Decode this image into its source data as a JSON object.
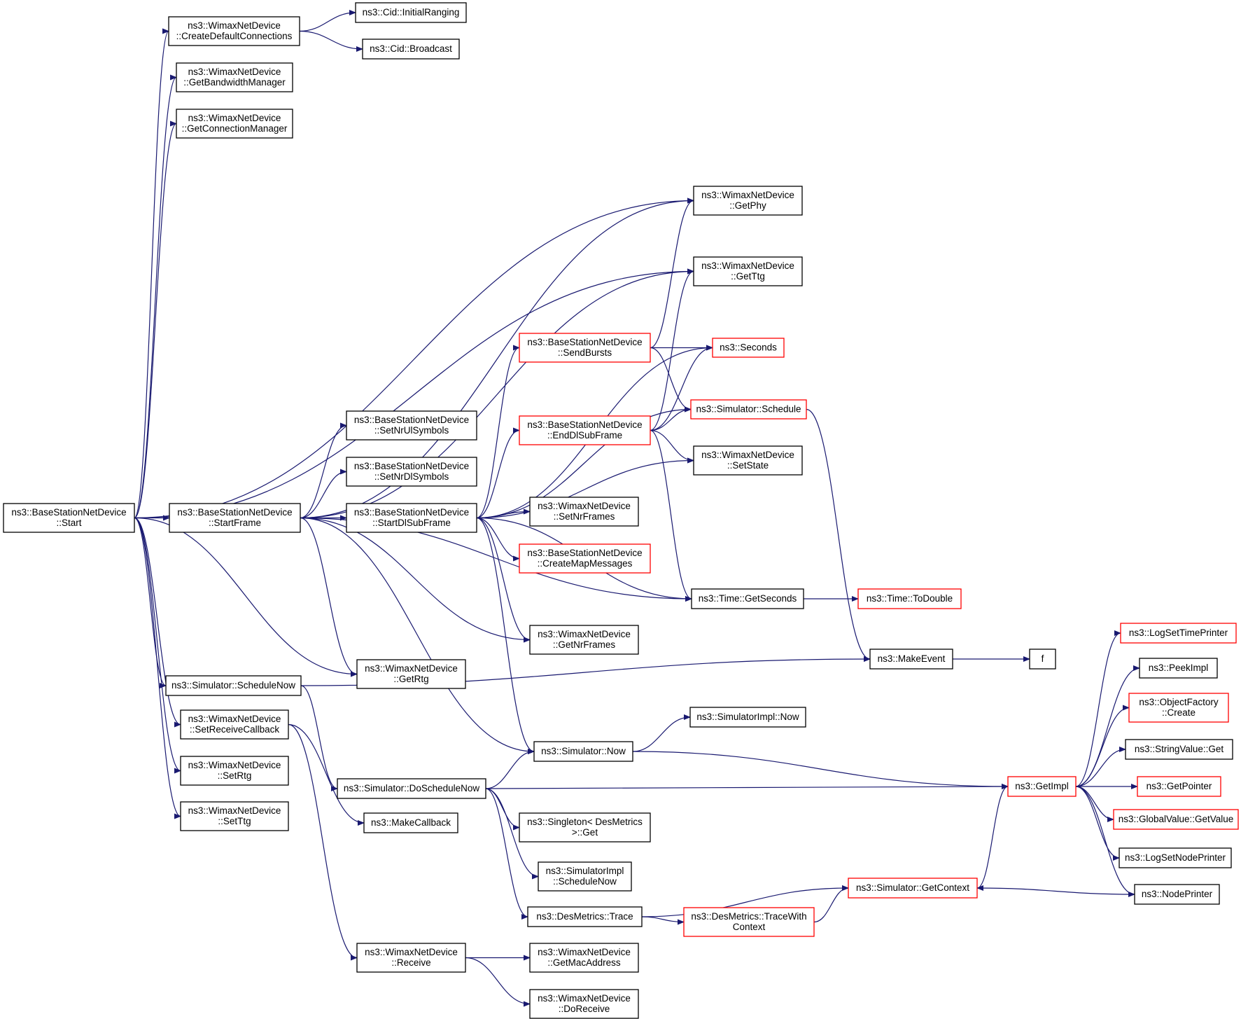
{
  "graph": {
    "nodes": [
      {
        "id": "start",
        "lines": [
          "ns3::BaseStationNetDevice",
          "::Start"
        ],
        "status": "current"
      },
      {
        "id": "create_default_connections",
        "lines": [
          "ns3::WimaxNetDevice",
          "::CreateDefaultConnections"
        ],
        "status": "normal"
      },
      {
        "id": "cid_initial_ranging",
        "lines": [
          "ns3::Cid::InitialRanging"
        ],
        "status": "normal"
      },
      {
        "id": "cid_broadcast",
        "lines": [
          "ns3::Cid::Broadcast"
        ],
        "status": "normal"
      },
      {
        "id": "get_bandwidth_manager",
        "lines": [
          "ns3::WimaxNetDevice",
          "::GetBandwidthManager"
        ],
        "status": "normal"
      },
      {
        "id": "get_connection_manager",
        "lines": [
          "ns3::WimaxNetDevice",
          "::GetConnectionManager"
        ],
        "status": "normal"
      },
      {
        "id": "get_phy",
        "lines": [
          "ns3::WimaxNetDevice",
          "::GetPhy"
        ],
        "status": "normal"
      },
      {
        "id": "get_ttg",
        "lines": [
          "ns3::WimaxNetDevice",
          "::GetTtg"
        ],
        "status": "normal"
      },
      {
        "id": "send_bursts",
        "lines": [
          "ns3::BaseStationNetDevice",
          "::SendBursts"
        ],
        "status": "truncated"
      },
      {
        "id": "seconds",
        "lines": [
          "ns3::Seconds"
        ],
        "status": "truncated"
      },
      {
        "id": "end_dl_subframe",
        "lines": [
          "ns3::BaseStationNetDevice",
          "::EndDlSubFrame"
        ],
        "status": "truncated"
      },
      {
        "id": "simulator_schedule",
        "lines": [
          "ns3::Simulator::Schedule"
        ],
        "status": "truncated"
      },
      {
        "id": "set_nr_ul_symbols",
        "lines": [
          "ns3::BaseStationNetDevice",
          "::SetNrUlSymbols"
        ],
        "status": "normal"
      },
      {
        "id": "set_nr_dl_symbols",
        "lines": [
          "ns3::BaseStationNetDevice",
          "::SetNrDlSymbols"
        ],
        "status": "normal"
      },
      {
        "id": "set_state",
        "lines": [
          "ns3::WimaxNetDevice",
          "::SetState"
        ],
        "status": "normal"
      },
      {
        "id": "start_frame",
        "lines": [
          "ns3::BaseStationNetDevice",
          "::StartFrame"
        ],
        "status": "normal"
      },
      {
        "id": "start_dl_subframe",
        "lines": [
          "ns3::BaseStationNetDevice",
          "::StartDlSubFrame"
        ],
        "status": "normal"
      },
      {
        "id": "set_nr_frames",
        "lines": [
          "ns3::WimaxNetDevice",
          "::SetNrFrames"
        ],
        "status": "normal"
      },
      {
        "id": "create_map_messages",
        "lines": [
          "ns3::BaseStationNetDevice",
          "::CreateMapMessages"
        ],
        "status": "truncated"
      },
      {
        "id": "time_get_seconds",
        "lines": [
          "ns3::Time::GetSeconds"
        ],
        "status": "normal"
      },
      {
        "id": "time_to_double",
        "lines": [
          "ns3::Time::ToDouble"
        ],
        "status": "truncated"
      },
      {
        "id": "get_nr_frames",
        "lines": [
          "ns3::WimaxNetDevice",
          "::GetNrFrames"
        ],
        "status": "normal"
      },
      {
        "id": "log_set_time_printer",
        "lines": [
          "ns3::LogSetTimePrinter"
        ],
        "status": "truncated"
      },
      {
        "id": "make_event",
        "lines": [
          "ns3::MakeEvent"
        ],
        "status": "normal"
      },
      {
        "id": "f",
        "lines": [
          "f"
        ],
        "status": "normal"
      },
      {
        "id": "get_rtg",
        "lines": [
          "ns3::WimaxNetDevice",
          "::GetRtg"
        ],
        "status": "normal"
      },
      {
        "id": "schedule_now",
        "lines": [
          "ns3::Simulator::ScheduleNow"
        ],
        "status": "normal"
      },
      {
        "id": "peek_impl",
        "lines": [
          "ns3::PeekImpl"
        ],
        "status": "normal"
      },
      {
        "id": "object_factory_create",
        "lines": [
          "ns3::ObjectFactory",
          "::Create"
        ],
        "status": "truncated"
      },
      {
        "id": "simulator_impl_now",
        "lines": [
          "ns3::SimulatorImpl::Now"
        ],
        "status": "normal"
      },
      {
        "id": "set_receive_callback",
        "lines": [
          "ns3::WimaxNetDevice",
          "::SetReceiveCallback"
        ],
        "status": "normal"
      },
      {
        "id": "simulator_now",
        "lines": [
          "ns3::Simulator::Now"
        ],
        "status": "normal"
      },
      {
        "id": "string_value_get",
        "lines": [
          "ns3::StringValue::Get"
        ],
        "status": "normal"
      },
      {
        "id": "set_rtg",
        "lines": [
          "ns3::WimaxNetDevice",
          "::SetRtg"
        ],
        "status": "normal"
      },
      {
        "id": "do_schedule_now",
        "lines": [
          "ns3::Simulator::DoScheduleNow"
        ],
        "status": "normal"
      },
      {
        "id": "get_impl",
        "lines": [
          "ns3::GetImpl"
        ],
        "status": "truncated"
      },
      {
        "id": "get_pointer",
        "lines": [
          "ns3::GetPointer"
        ],
        "status": "truncated"
      },
      {
        "id": "set_ttg",
        "lines": [
          "ns3::WimaxNetDevice",
          "::SetTtg"
        ],
        "status": "normal"
      },
      {
        "id": "make_callback",
        "lines": [
          "ns3::MakeCallback"
        ],
        "status": "normal"
      },
      {
        "id": "singleton_get",
        "lines": [
          "ns3::Singleton< DesMetrics",
          " >::Get"
        ],
        "status": "normal"
      },
      {
        "id": "global_value_get_value",
        "lines": [
          "ns3::GlobalValue::GetValue"
        ],
        "status": "truncated"
      },
      {
        "id": "simulator_impl_schedule_now",
        "lines": [
          "ns3::SimulatorImpl",
          "::ScheduleNow"
        ],
        "status": "normal"
      },
      {
        "id": "log_set_node_printer",
        "lines": [
          "ns3::LogSetNodePrinter"
        ],
        "status": "normal"
      },
      {
        "id": "get_context",
        "lines": [
          "ns3::Simulator::GetContext"
        ],
        "status": "truncated"
      },
      {
        "id": "node_printer",
        "lines": [
          "ns3::NodePrinter"
        ],
        "status": "normal"
      },
      {
        "id": "des_metrics_trace",
        "lines": [
          "ns3::DesMetrics::Trace"
        ],
        "status": "normal"
      },
      {
        "id": "trace_with_context",
        "lines": [
          "ns3::DesMetrics::TraceWith",
          "Context"
        ],
        "status": "truncated"
      },
      {
        "id": "receive",
        "lines": [
          "ns3::WimaxNetDevice",
          "::Receive"
        ],
        "status": "normal"
      },
      {
        "id": "get_mac_address",
        "lines": [
          "ns3::WimaxNetDevice",
          "::GetMacAddress"
        ],
        "status": "normal"
      },
      {
        "id": "do_receive",
        "lines": [
          "ns3::WimaxNetDevice",
          "::DoReceive"
        ],
        "status": "normal"
      }
    ],
    "edges": [
      [
        "start",
        "create_default_connections"
      ],
      [
        "start",
        "get_bandwidth_manager"
      ],
      [
        "start",
        "get_connection_manager"
      ],
      [
        "start",
        "get_phy"
      ],
      [
        "start",
        "get_ttg"
      ],
      [
        "start",
        "start_frame"
      ],
      [
        "start",
        "get_rtg"
      ],
      [
        "start",
        "schedule_now"
      ],
      [
        "start",
        "set_receive_callback"
      ],
      [
        "start",
        "set_rtg"
      ],
      [
        "start",
        "set_ttg"
      ],
      [
        "create_default_connections",
        "cid_initial_ranging"
      ],
      [
        "create_default_connections",
        "cid_broadcast"
      ],
      [
        "start_frame",
        "get_phy"
      ],
      [
        "start_frame",
        "get_ttg"
      ],
      [
        "start_frame",
        "set_nr_ul_symbols"
      ],
      [
        "start_frame",
        "set_nr_dl_symbols"
      ],
      [
        "start_frame",
        "start_dl_subframe"
      ],
      [
        "start_frame",
        "get_nr_frames"
      ],
      [
        "start_frame",
        "get_rtg"
      ],
      [
        "start_frame",
        "simulator_now"
      ],
      [
        "start_frame",
        "time_get_seconds"
      ],
      [
        "start_dl_subframe",
        "seconds"
      ],
      [
        "start_dl_subframe",
        "send_bursts"
      ],
      [
        "start_dl_subframe",
        "simulator_schedule"
      ],
      [
        "start_dl_subframe",
        "end_dl_subframe"
      ],
      [
        "start_dl_subframe",
        "set_state"
      ],
      [
        "start_dl_subframe",
        "set_nr_frames"
      ],
      [
        "start_dl_subframe",
        "create_map_messages"
      ],
      [
        "start_dl_subframe",
        "time_get_seconds"
      ],
      [
        "start_dl_subframe",
        "get_nr_frames"
      ],
      [
        "start_dl_subframe",
        "simulator_now"
      ],
      [
        "send_bursts",
        "get_phy"
      ],
      [
        "send_bursts",
        "seconds"
      ],
      [
        "send_bursts",
        "simulator_schedule"
      ],
      [
        "end_dl_subframe",
        "get_ttg"
      ],
      [
        "end_dl_subframe",
        "seconds"
      ],
      [
        "end_dl_subframe",
        "simulator_schedule"
      ],
      [
        "end_dl_subframe",
        "set_state"
      ],
      [
        "end_dl_subframe",
        "time_get_seconds"
      ],
      [
        "simulator_schedule",
        "make_event"
      ],
      [
        "time_get_seconds",
        "time_to_double"
      ],
      [
        "make_event",
        "f"
      ],
      [
        "schedule_now",
        "make_event"
      ],
      [
        "schedule_now",
        "do_schedule_now"
      ],
      [
        "set_receive_callback",
        "make_callback"
      ],
      [
        "set_receive_callback",
        "receive"
      ],
      [
        "simulator_now",
        "simulator_impl_now"
      ],
      [
        "simulator_now",
        "get_impl"
      ],
      [
        "do_schedule_now",
        "simulator_now"
      ],
      [
        "do_schedule_now",
        "get_impl"
      ],
      [
        "do_schedule_now",
        "singleton_get"
      ],
      [
        "do_schedule_now",
        "simulator_impl_schedule_now"
      ],
      [
        "do_schedule_now",
        "des_metrics_trace"
      ],
      [
        "get_impl",
        "log_set_time_printer"
      ],
      [
        "get_impl",
        "peek_impl"
      ],
      [
        "get_impl",
        "object_factory_create"
      ],
      [
        "get_impl",
        "string_value_get"
      ],
      [
        "get_impl",
        "get_pointer"
      ],
      [
        "get_impl",
        "global_value_get_value"
      ],
      [
        "get_impl",
        "log_set_node_printer"
      ],
      [
        "get_impl",
        "node_printer"
      ],
      [
        "get_context",
        "get_impl"
      ],
      [
        "node_printer",
        "get_context"
      ],
      [
        "des_metrics_trace",
        "get_context"
      ],
      [
        "des_metrics_trace",
        "trace_with_context"
      ],
      [
        "trace_with_context",
        "get_context"
      ],
      [
        "receive",
        "get_mac_address"
      ],
      [
        "receive",
        "do_receive"
      ]
    ]
  },
  "colors": {
    "edge": "#191970",
    "node_border": "#000000",
    "truncated_border": "#ff0000",
    "current_fill": "#bfbfbf",
    "node_fill": "#ffffff",
    "text": "#000000"
  }
}
